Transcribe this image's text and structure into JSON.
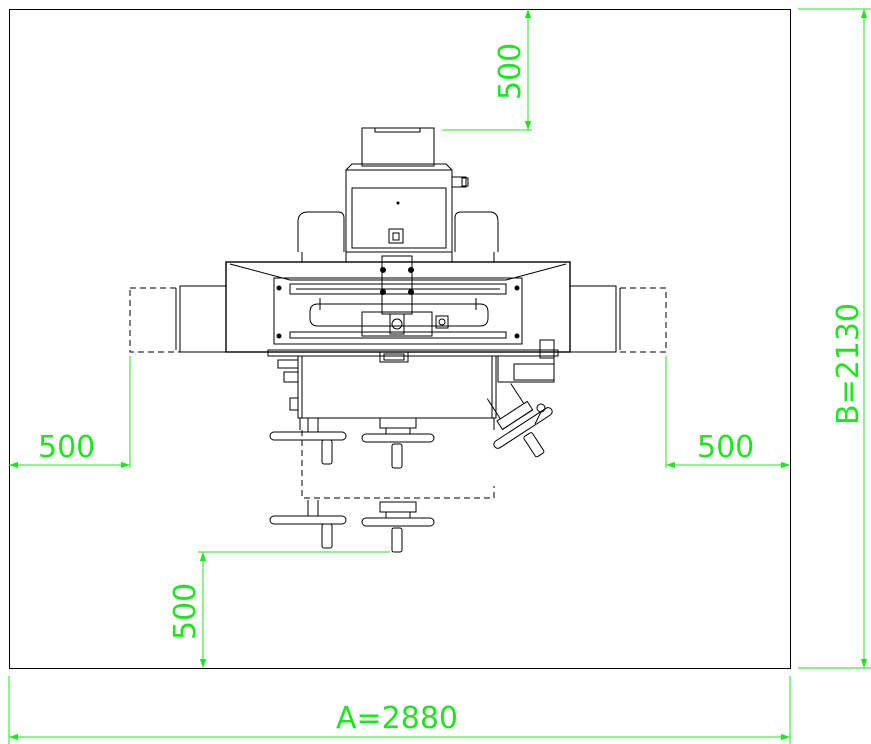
{
  "colors": {
    "dimension": "#1ee61e",
    "outline": "#000000",
    "background": "#ffffff"
  },
  "dimensions": {
    "width_label": "A=2880",
    "height_label": "B=2130",
    "clearance_top": "500",
    "clearance_left": "500",
    "clearance_right": "500",
    "clearance_bottom": "500"
  }
}
